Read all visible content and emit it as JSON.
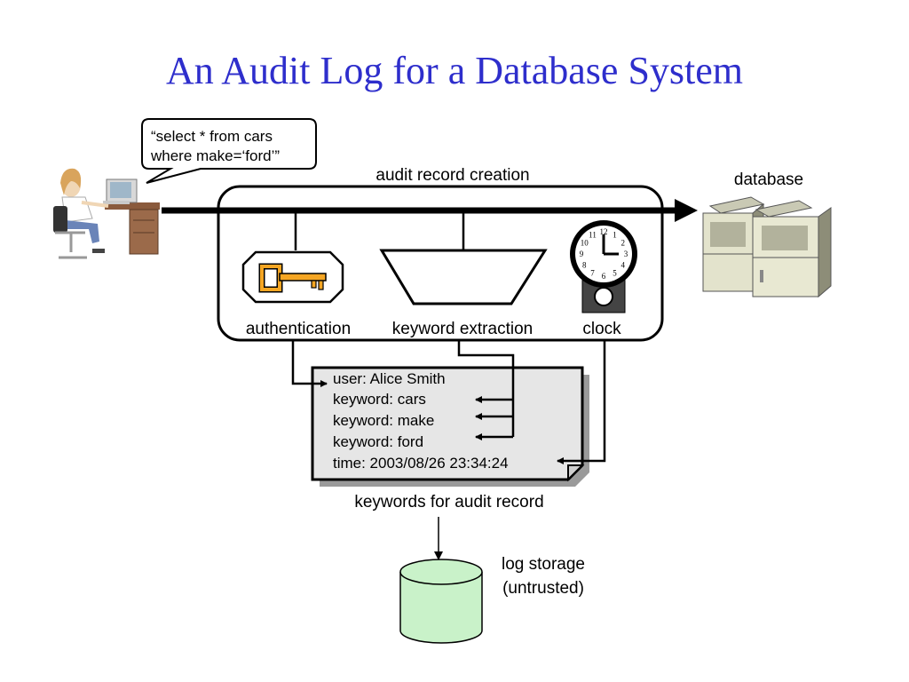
{
  "slide": {
    "title": "An Audit Log for a Database System"
  },
  "query": {
    "line1": "“select * from cars",
    "line2": "where make=‘ford’”"
  },
  "labels": {
    "audit_creation": "audit record creation",
    "database": "database",
    "authentication": "authentication",
    "keyword_extraction": "keyword extraction",
    "clock": "clock",
    "keywords_record": "keywords for audit record",
    "log_storage_1": "log storage",
    "log_storage_2": "(untrusted)"
  },
  "record": {
    "user": "user: Alice Smith",
    "keywords": [
      "keyword: cars",
      "keyword: make",
      "keyword: ford"
    ],
    "time": "time: 2003/08/26 23:34:24"
  },
  "clock_numbers": [
    "12",
    "1",
    "2",
    "3",
    "4",
    "5",
    "6",
    "7",
    "8",
    "9",
    "10",
    "11"
  ],
  "colors": {
    "title": "#2e2ecc",
    "key": "#f5a623",
    "storage": "#c9f2c9",
    "doc": "#e6e6e6"
  }
}
